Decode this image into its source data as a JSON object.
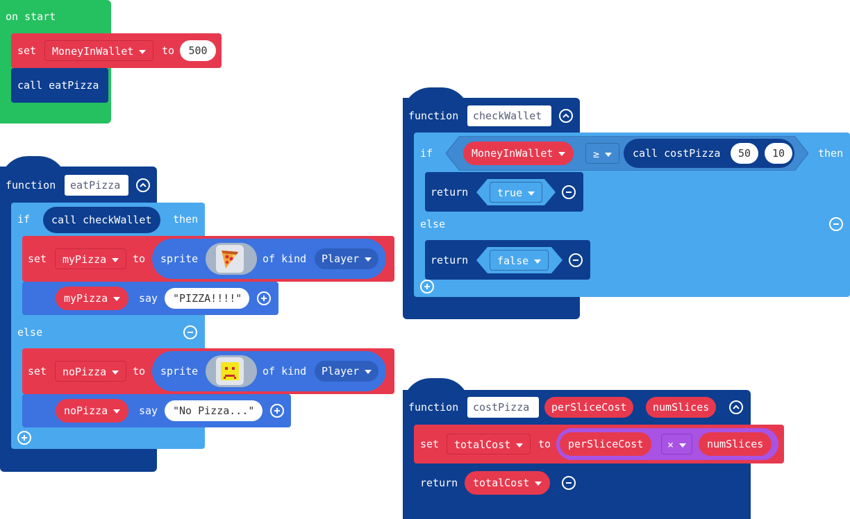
{
  "blocks": {
    "on_start": {
      "header": "on start",
      "set_label": "set",
      "variable": "MoneyInWallet",
      "to_label": "to",
      "value": "500",
      "call_label": "call eatPizza"
    },
    "eat_pizza": {
      "function_label": "function",
      "name": "eatPizza",
      "if_label": "if",
      "condition": "call checkWallet",
      "then_label": "then",
      "set_label": "set",
      "var1": "myPizza",
      "to_label": "to",
      "sprite_label": "sprite",
      "of_kind_label": "of kind",
      "kind1": "Player",
      "say_var1": "myPizza",
      "say_label": "say",
      "say_text1": "\"PIZZA!!!!\"",
      "else_label": "else",
      "var2": "noPizza",
      "kind2": "Player",
      "say_var2": "noPizza",
      "say_text2": "\"No Pizza...\""
    },
    "check_wallet": {
      "function_label": "function",
      "name": "checkWallet",
      "if_label": "if",
      "variable": "MoneyInWallet",
      "operator": "≥",
      "call_label": "call costPizza",
      "arg1": "50",
      "arg2": "10",
      "then_label": "then",
      "return_label": "return",
      "true_value": "true",
      "else_label": "else",
      "false_value": "false"
    },
    "cost_pizza": {
      "function_label": "function",
      "name": "costPizza",
      "param1": "perSliceCost",
      "param2": "numSlices",
      "set_label": "set",
      "variable": "totalCost",
      "to_label": "to",
      "left_operand": "perSliceCost",
      "operator": "×",
      "right_operand": "numSlices",
      "return_label": "return",
      "return_value": "totalCost"
    }
  },
  "colors": {
    "function": "#0d3e8f",
    "logic": "#4aa8ee",
    "variables": "#e7394e",
    "events": "#25c060",
    "sprites": "#3c73e0",
    "math": "#a853e4"
  }
}
